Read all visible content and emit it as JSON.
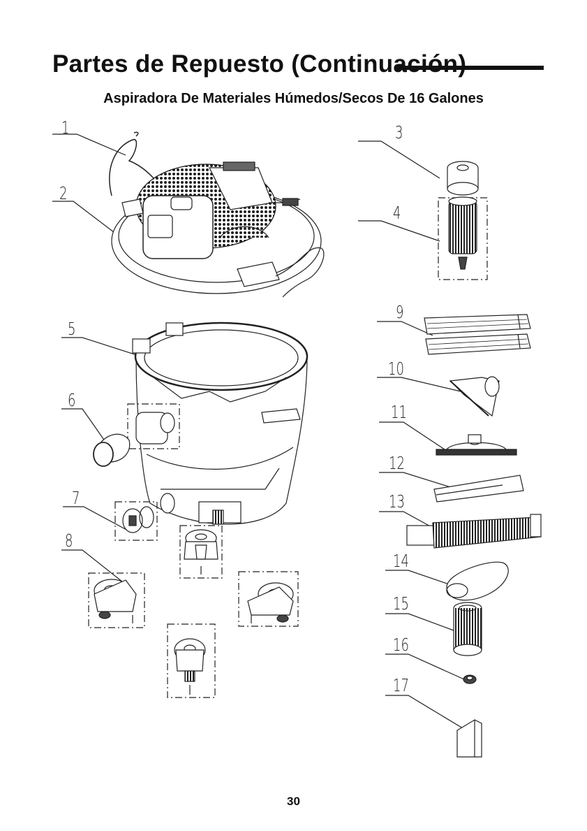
{
  "header": {
    "title": "Partes de Repuesto (Continuación)",
    "subtitle": "Aspiradora De Materiales Húmedos/Secos De 16 Galones"
  },
  "parts": {
    "p1": "1",
    "p2": "2",
    "p3": "3",
    "p4": "4",
    "p5": "5",
    "p6": "6",
    "p7": "7",
    "p8": "8",
    "p9": "9",
    "p10": "10",
    "p11": "11",
    "p12": "12",
    "p13": "13",
    "p14": "14",
    "p15": "15",
    "p16": "16",
    "p17": "17"
  },
  "footer": {
    "page_number": "30"
  }
}
